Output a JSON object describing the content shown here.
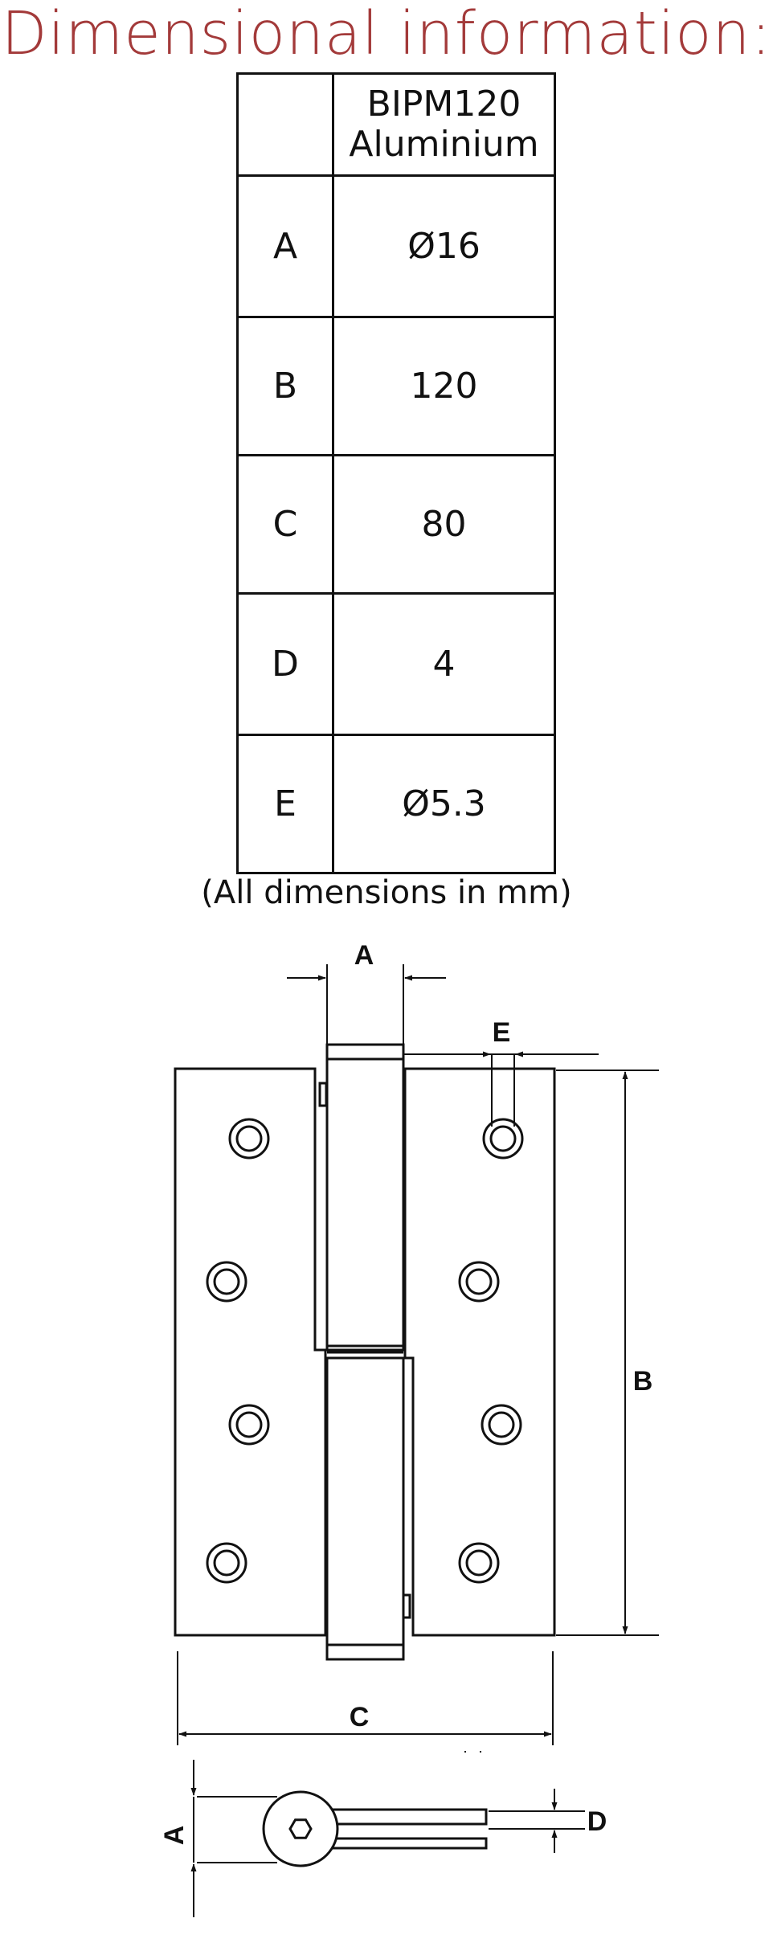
{
  "title": "Dimensional information:",
  "table": {
    "header_line1": "BIPM120",
    "header_line2": "Aluminium",
    "rows": [
      {
        "label": "A",
        "value": "Ø16"
      },
      {
        "label": "B",
        "value": "120"
      },
      {
        "label": "C",
        "value": "80"
      },
      {
        "label": "D",
        "value": "4"
      },
      {
        "label": "E",
        "value": "Ø5.3"
      }
    ]
  },
  "note": "(All dimensions in mm)",
  "drawing": {
    "labels": {
      "a_top": "A",
      "e": "E",
      "b": "B",
      "c": "C",
      "a_side": "A",
      "d": "D"
    }
  }
}
